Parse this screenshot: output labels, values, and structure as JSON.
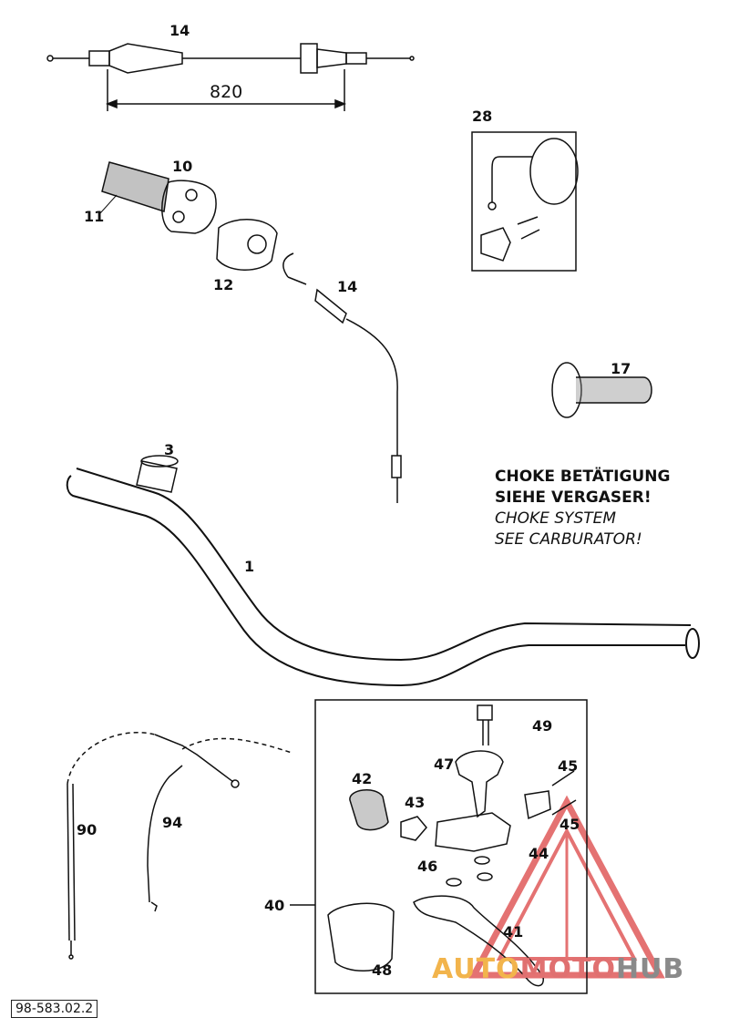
{
  "dimension": "820",
  "note": {
    "line1": "CHOKE BETÄTIGUNG",
    "line2": "SIEHE VERGASER!",
    "line3": "CHOKE SYSTEM",
    "line4": "SEE CARBURATOR!"
  },
  "doc_number": "98-583.02.2",
  "watermark": {
    "part1": "AUTO",
    "part2": "MOTO",
    "part3": "HUB"
  },
  "labels": {
    "p14a": "14",
    "p10": "10",
    "p11": "11",
    "p12": "12",
    "p14b": "14",
    "p28": "28",
    "p17": "17",
    "p3": "3",
    "p1": "1",
    "p49": "49",
    "p47": "47",
    "p45a": "45",
    "p42": "42",
    "p43": "43",
    "p45b": "45",
    "p44": "44",
    "p46": "46",
    "p40": "40",
    "p41": "41",
    "p48": "48",
    "p90": "90",
    "p94": "94"
  },
  "colors": {
    "line": "#111111",
    "watermark_red": "#e05a5a",
    "watermark_orange": "#f2b44c",
    "watermark_grey": "#8a8a8a"
  }
}
